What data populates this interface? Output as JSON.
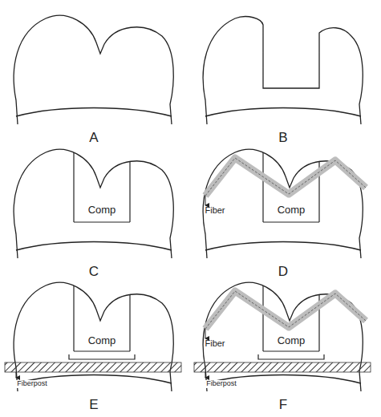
{
  "diagram": {
    "labels": [
      "A",
      "B",
      "Comp",
      "C",
      "Fiber",
      "Comp",
      "D",
      "Comp",
      "Fiberpost",
      "E",
      "Fiber",
      "Comp",
      "Fiberpost",
      "F"
    ]
  }
}
